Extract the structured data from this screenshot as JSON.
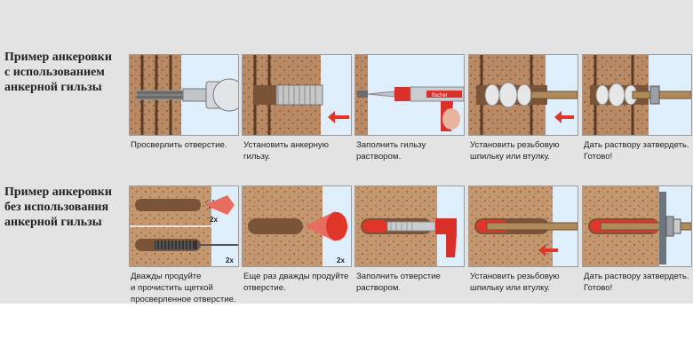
{
  "rows": [
    {
      "title": "Пример анкеровки\nс использованием\nанкерной гильзы",
      "steps": [
        {
          "caption": "Просверлить отверстие.",
          "icon": "drill-icon"
        },
        {
          "caption": "Установить анкерную гильзу.",
          "icon": "sleeve-icon"
        },
        {
          "caption": "Заполнить гильзу раствором.",
          "icon": "injection-gun-icon",
          "gun_label": "fischer"
        },
        {
          "caption": "Установить резьбовую\nшпильку или втулку.",
          "icon": "threaded-rod-icon"
        },
        {
          "caption": "Дать раствору затвердеть.\nГотово!",
          "icon": "cured-anchor-icon"
        }
      ]
    },
    {
      "title": "Пример анкеровки\nбез использования\nанкерной гильзы",
      "steps": [
        {
          "caption": "Дважды продуйте\nи прочистить щеткой\nпросверленное отверстие.",
          "icon": "blow-brush-icon",
          "badge_top": "2x",
          "badge_bottom": "2x"
        },
        {
          "caption": "Еще раз дважды продуйте\nотверстие.",
          "icon": "blow-pump-icon",
          "badge": "2x"
        },
        {
          "caption": "Заполнить отверстие\nраствором.",
          "icon": "fill-hole-icon"
        },
        {
          "caption": "Установить резьбовую\nшпильку или втулку.",
          "icon": "insert-rod-icon"
        },
        {
          "caption": "Дать раствору затвердеть.\nГотово!",
          "icon": "fixture-mounted-icon"
        }
      ]
    }
  ],
  "colors": {
    "brick": "#b98a64",
    "brick_dark": "#7a5438",
    "mortar_red": "#e0362a",
    "sky": "#dfeefb",
    "gun_red": "#d9302a",
    "board": "#e3e3e3"
  }
}
